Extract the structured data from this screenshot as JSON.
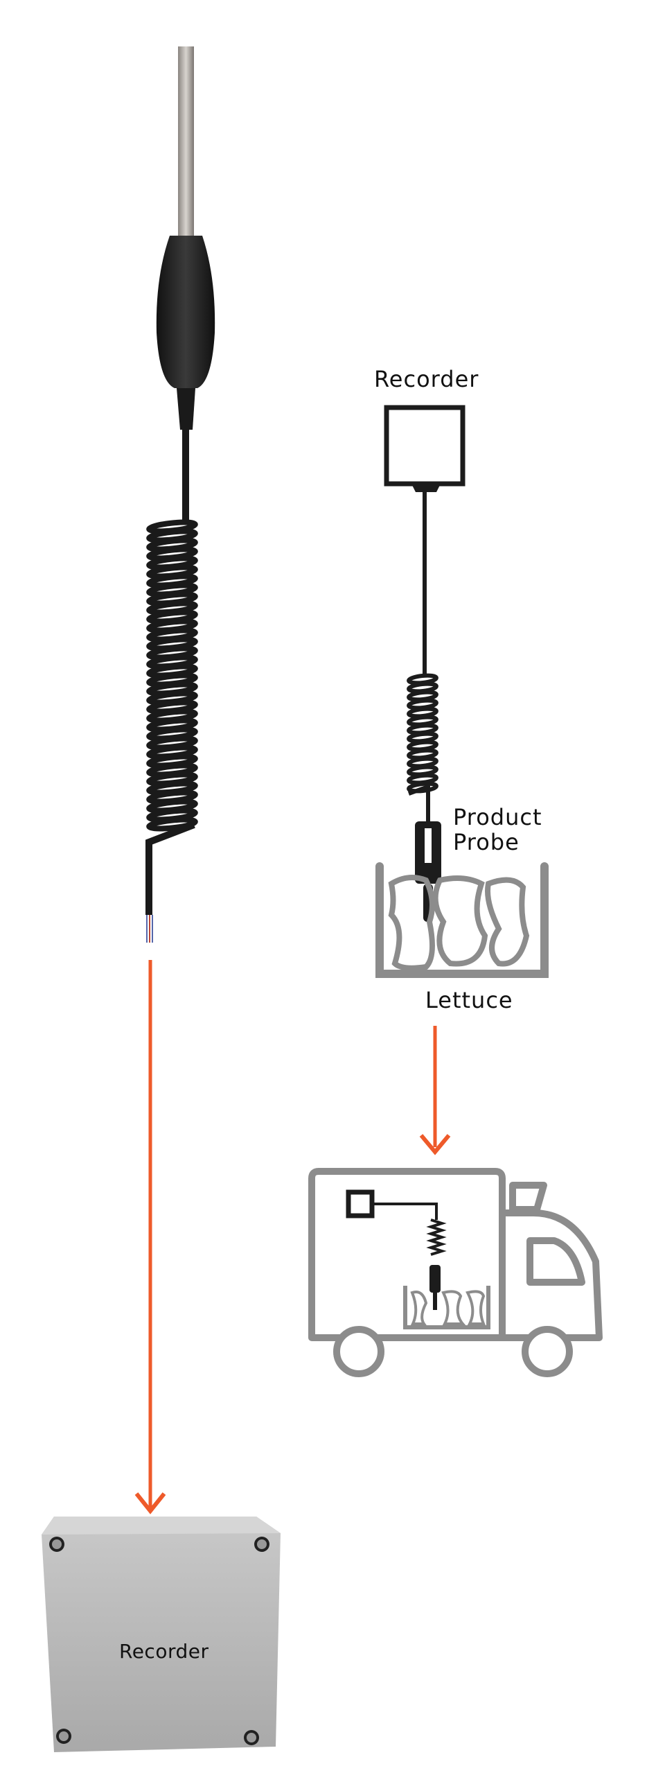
{
  "labels": {
    "recorder_schematic": "Recorder",
    "product_probe_line1": "Product",
    "product_probe_line2": "Probe",
    "lettuce": "Lettuce",
    "recorder_box": "Recorder"
  },
  "colors": {
    "arrow": "#ee5a2a",
    "schematic_dark": "#1c1c1c",
    "schematic_gray": "#8c8c8c",
    "recorder_box": "#b5b5b5"
  }
}
